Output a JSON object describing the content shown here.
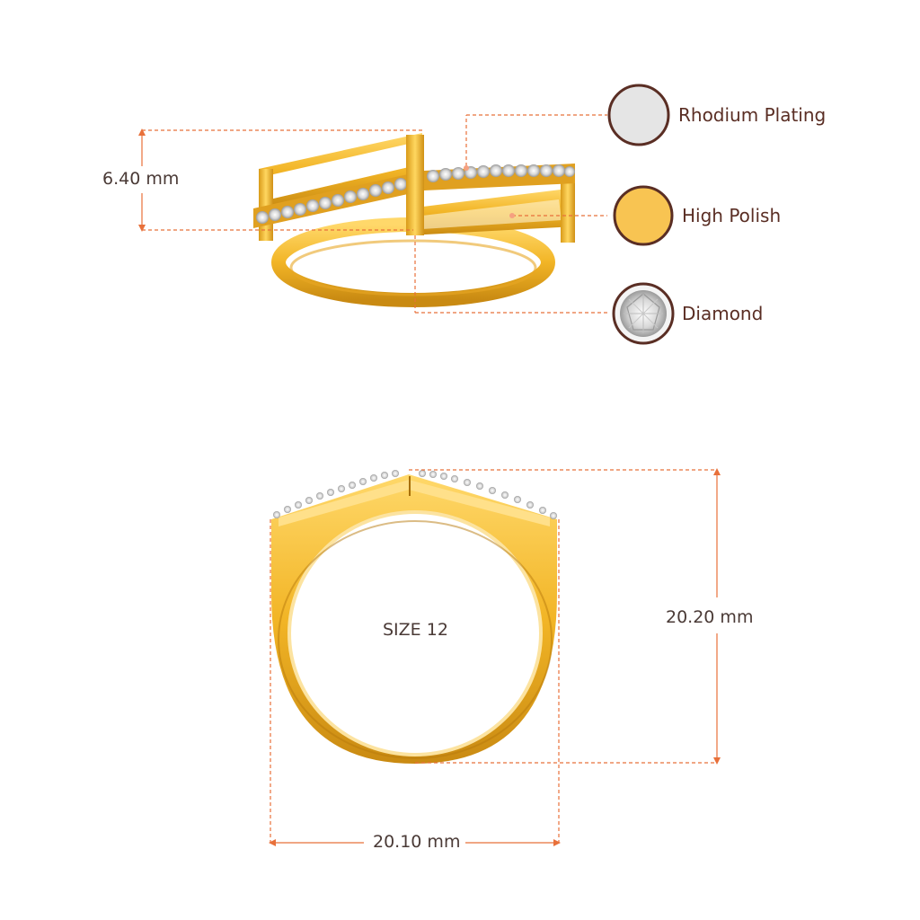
{
  "dimensions": {
    "height_top": "6.40 mm",
    "height_front": "20.20 mm",
    "width_front": "20.10 mm",
    "size_label": "SIZE 12"
  },
  "legend": [
    {
      "label": "Rhodium Plating",
      "icon": "rhodium-swatch-icon",
      "color": "#e5e5e5"
    },
    {
      "label": "High Polish",
      "icon": "high-polish-swatch-icon",
      "color": "#f8c452"
    },
    {
      "label": "Diamond",
      "icon": "diamond-swatch-icon",
      "color": "#f2f2f2"
    }
  ],
  "colors": {
    "dimension_line": "#e8703a",
    "gold": "#f3b92c",
    "gold_dark": "#c98a12",
    "swatch_border": "#5a2e24",
    "text": "#4a3a36"
  }
}
